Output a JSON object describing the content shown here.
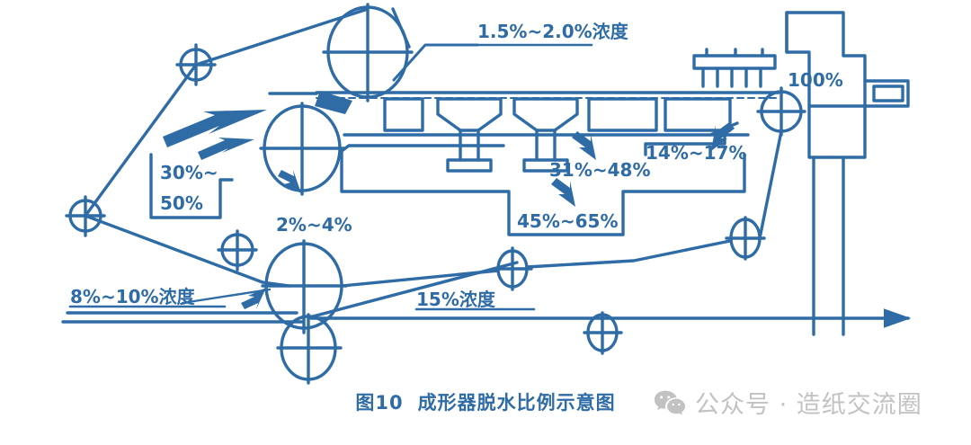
{
  "figure": {
    "title_number": "图10",
    "title_text": "成形器脱水比例示意图",
    "accent_color": "#2f6ca6",
    "background_color": "#ffffff",
    "type": "schematic-diagram",
    "subject": "Former dewatering proportion schematic (paper machine forming section)"
  },
  "labels": {
    "headbox_consistency": "1.5%~2.0%浓度",
    "breast_roll_share": "30%~\n50%",
    "forming_board_share": "2%~4%",
    "suction_box_share": "31%~48%",
    "couch_share": "14%~17%",
    "flat_box_share": "45%~65%",
    "total_share": "100%",
    "white_water_consistency": "8%~10%浓度",
    "recirculation_consistency": "15%浓度"
  },
  "label_lines": {
    "breast_roll_share_line1": "30%~",
    "breast_roll_share_line2": "50%"
  },
  "watermark": {
    "icon": "wechat-icon",
    "text": "公众号 · 造纸交流圈",
    "color": "#c2c2c2"
  },
  "chart_data": {
    "type": "diagram",
    "title": "图10  成形器脱水比例示意图",
    "description": "Schematic of a paper machine former showing the percentage of water removed at each dewatering element.",
    "callouts": [
      {
        "id": "headbox",
        "label": "1.5%~2.0%浓度",
        "kind": "consistency",
        "value_low": 1.5,
        "value_high": 2.0,
        "unit": "%",
        "position": "top-center"
      },
      {
        "id": "breast-roll",
        "label": "30%~50%",
        "kind": "dewatering-share",
        "value_low": 30,
        "value_high": 50,
        "unit": "%",
        "position": "left"
      },
      {
        "id": "forming-board",
        "label": "2%~4%",
        "kind": "dewatering-share",
        "value_low": 2,
        "value_high": 4,
        "unit": "%",
        "position": "left-lower"
      },
      {
        "id": "suction-boxes",
        "label": "31%~48%",
        "kind": "dewatering-share",
        "value_low": 31,
        "value_high": 48,
        "unit": "%",
        "position": "center"
      },
      {
        "id": "flat-boxes",
        "label": "45%~65%",
        "kind": "dewatering-share",
        "value_low": 45,
        "value_high": 65,
        "unit": "%",
        "position": "center-lower"
      },
      {
        "id": "couch-roll",
        "label": "14%~17%",
        "kind": "dewatering-share",
        "value_low": 14,
        "value_high": 17,
        "unit": "%",
        "position": "right"
      },
      {
        "id": "total",
        "label": "100%",
        "kind": "total",
        "value_low": 100,
        "value_high": 100,
        "unit": "%",
        "position": "far-right"
      },
      {
        "id": "white-water",
        "label": "8%~10%浓度",
        "kind": "consistency",
        "value_low": 8,
        "value_high": 10,
        "unit": "%",
        "position": "bottom-left"
      },
      {
        "id": "recirculation",
        "label": "15%浓度",
        "kind": "consistency",
        "value_low": 15,
        "value_high": 15,
        "unit": "%",
        "position": "bottom-center"
      }
    ]
  }
}
